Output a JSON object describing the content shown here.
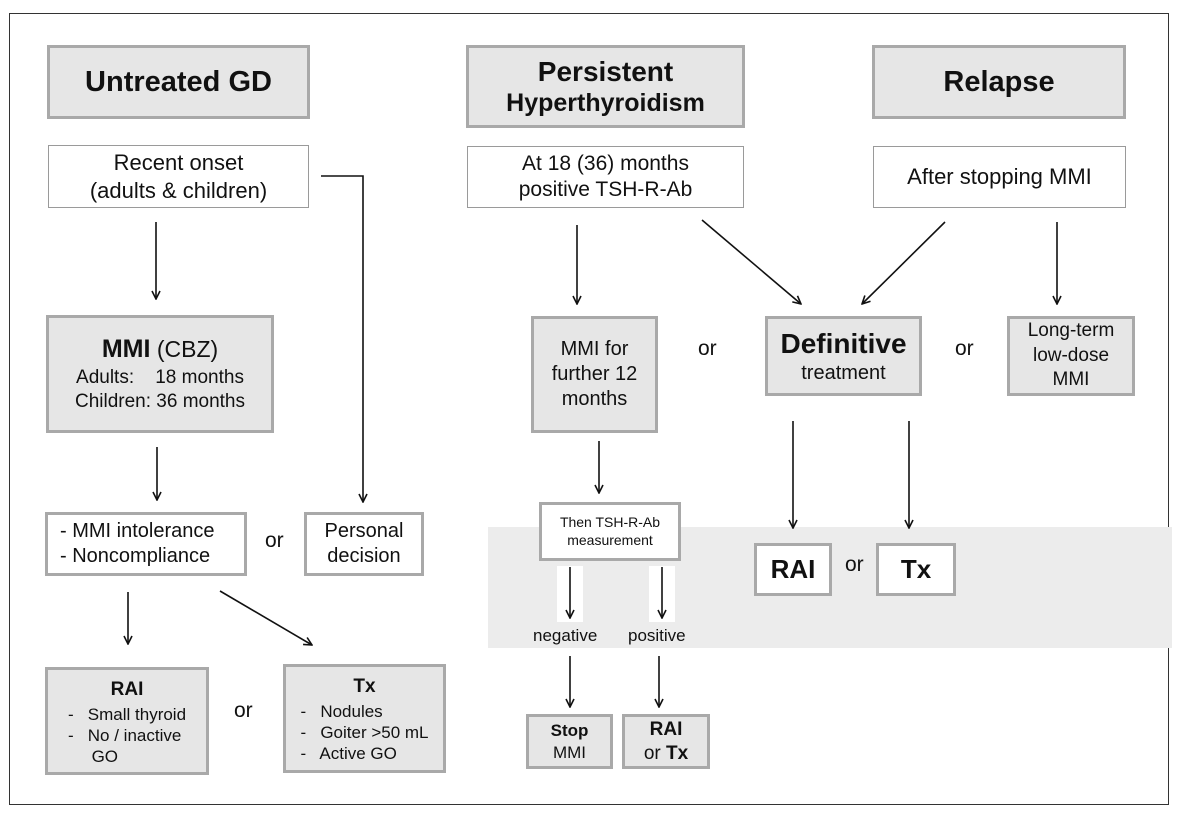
{
  "headers": {
    "untreated": "Untreated GD",
    "persistent_1": "Persistent",
    "persistent_2": "Hyperthyroidism",
    "relapse": "Relapse"
  },
  "untreated": {
    "onset_1": "Recent onset",
    "onset_2": "(adults & children)",
    "mmi_bold": "MMI",
    "mmi_rest": " (CBZ)",
    "mmi_adults": "Adults:    18 months",
    "mmi_children": "Children: 36 months",
    "intol_1": "- MMI intolerance",
    "intol_2": "- Noncompliance",
    "or_1": "or",
    "personal_1": "Personal",
    "personal_2": "decision",
    "rai_title": "RAI",
    "rai_items": [
      "-   Small thyroid",
      "-   No / inactive",
      "     GO"
    ],
    "or_2": "or",
    "tx_title": "Tx",
    "tx_items": [
      "-   Nodules",
      "-   Goiter >50 mL",
      "-   Active GO"
    ]
  },
  "persistent": {
    "at_1": "At 18 (36) months",
    "at_2": "positive TSH-R-Ab",
    "mmi_1": "MMI for",
    "mmi_2": "further 12",
    "mmi_3": "months",
    "or": "or",
    "then_1": "Then TSH-R-Ab",
    "then_2": "measurement",
    "negative": "negative",
    "positive": "positive",
    "stop_1": "Stop",
    "stop_2": "MMI",
    "raitx_1": "RAI",
    "raitx_2a": "or ",
    "raitx_2b": "Tx"
  },
  "relapse": {
    "after": "After stopping MMI",
    "definitive_1": "Definitive",
    "definitive_2": "treatment",
    "or": "or",
    "longterm_1": "Long-term",
    "longterm_2": "low-dose",
    "longterm_3": "MMI",
    "rai": "RAI",
    "or_2": "or",
    "tx": "Tx"
  }
}
